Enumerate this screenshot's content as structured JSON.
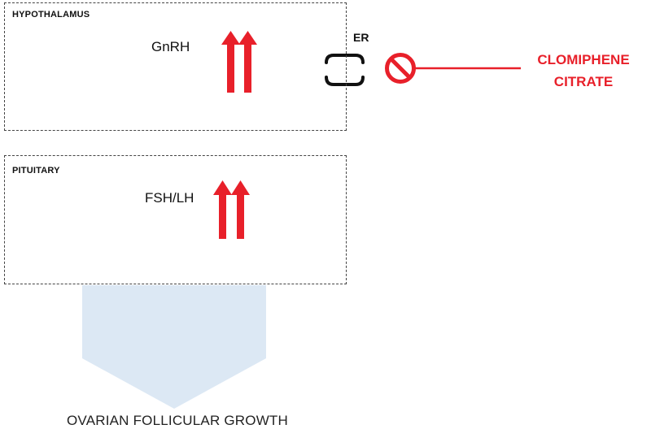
{
  "nodes": {
    "hypothalamus": {
      "label": "HYPOTHALAMUS",
      "hormone": "GnRH"
    },
    "pituitary": {
      "label": "PITUITARY",
      "hormone": "FSH/LH"
    },
    "receptor": {
      "label": "ER"
    },
    "drug": {
      "line1": "CLOMIPHENE",
      "line2": "CITRATE"
    },
    "outcome": {
      "label": "OVARIAN FOLLICULAR GROWTH"
    }
  },
  "colors": {
    "arrow": "#e8202a",
    "drug": "#e8202a",
    "outcome_arrow": "#dce8f4",
    "box_border": "#444444"
  },
  "icons": {
    "up_arrows": "double-up-arrow-icon",
    "inhibit": "prohibition-icon",
    "receptor": "bracket-receptor-icon"
  }
}
